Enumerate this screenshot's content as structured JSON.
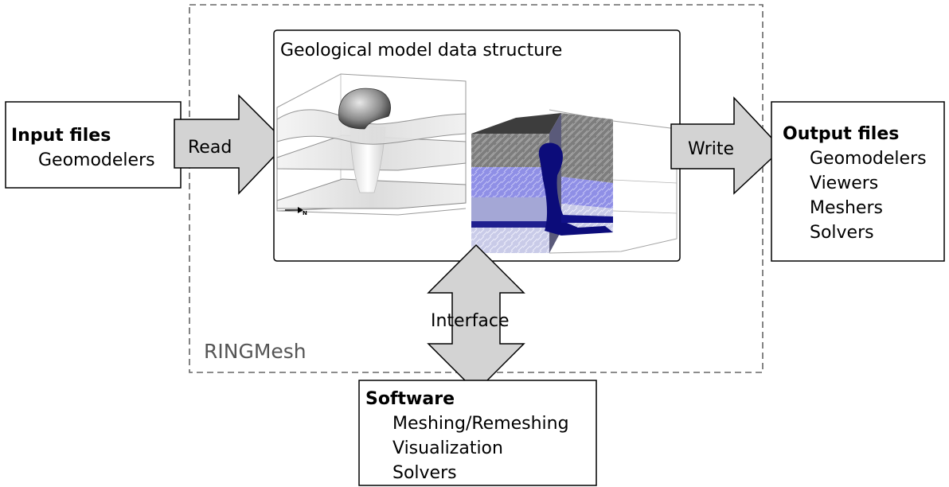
{
  "framework": {
    "label": "RINGMesh"
  },
  "input": {
    "title": "Input files",
    "items": [
      "Geomodelers"
    ]
  },
  "read_arrow": {
    "label": "Read"
  },
  "center": {
    "title": "Geological model data structure",
    "compass_label": "N"
  },
  "write_arrow": {
    "label": "Write"
  },
  "output": {
    "title": "Output files",
    "items": [
      "Geomodelers",
      "Viewers",
      "Meshers",
      "Solvers"
    ]
  },
  "interface_arrow": {
    "label": "Interface"
  },
  "software": {
    "title": "Software",
    "items": [
      "Meshing/Remeshing",
      "Visualization",
      "Solvers"
    ]
  },
  "colors": {
    "arrow_fill": "#d3d3d3",
    "frame_stroke": "#666666",
    "label_gray": "#555555"
  }
}
